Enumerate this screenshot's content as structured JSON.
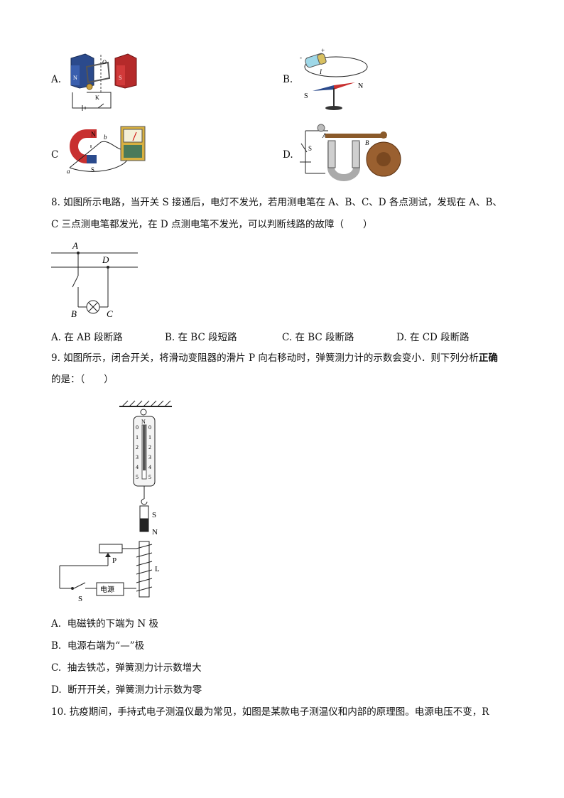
{
  "q7_options": {
    "a": {
      "label": "A.",
      "fig": {
        "n": "N",
        "s": "S",
        "o": "O",
        "k": "K"
      }
    },
    "b": {
      "label": "B.",
      "fig": {
        "plus": "+",
        "minus": "-",
        "i": "I",
        "s": "S",
        "n": "N"
      }
    },
    "c": {
      "label": "C",
      "fig": {
        "n": "N",
        "s": "S",
        "a": "a",
        "b": "b"
      }
    },
    "d": {
      "label": "D.",
      "fig": {
        "s": "S",
        "a": "A",
        "b": "B"
      }
    }
  },
  "q8": {
    "line1": "8. 如图所示电路，当开关 S 接通后，电灯不发光，若用测电笔在 A、B、C、D 各点测试，发现在 A、B、",
    "line2": "C 三点测电笔都发光，在 D 点测电笔不发光，可以判断线路的故障（　　）",
    "fig": {
      "a": "A",
      "b": "B",
      "c": "C",
      "d": "D"
    },
    "options": [
      {
        "letter": "A.",
        "text": "在 AB 段断路"
      },
      {
        "letter": "B.",
        "text": "在 BC 段短路"
      },
      {
        "letter": "C.",
        "text": "在 BC 段断路"
      },
      {
        "letter": "D.",
        "text": "在 CD 段断路"
      }
    ]
  },
  "q9": {
    "line1_pre": "9. 如图所示，闭合开关，将滑动变阻器的滑片 P 向右移动时，弹簧测力计的示数会变小．则下列分析",
    "line1_bold": "正确",
    "line2": "的是：（　　）",
    "fig": {
      "n_top": "N",
      "scale": [
        "0",
        "1",
        "2",
        "3",
        "4",
        "5"
      ],
      "s": "S",
      "n": "N",
      "p": "P",
      "l": "L",
      "switch": "S",
      "power": "电源"
    },
    "options": [
      {
        "letter": "A.",
        "text": "电磁铁的下端为 N 极"
      },
      {
        "letter": "B.",
        "text": "电源右端为“—”极"
      },
      {
        "letter": "C.",
        "text": "抽去铁芯，弹簧测力计示数增大"
      },
      {
        "letter": "D.",
        "text": "断开开关，弹簧测力计示数为零"
      }
    ]
  },
  "q10": {
    "line1": "10. 抗疫期间，手持式电子测温仪最为常见，如图是某款电子测温仪和内部的原理图。电源电压不变，R"
  }
}
